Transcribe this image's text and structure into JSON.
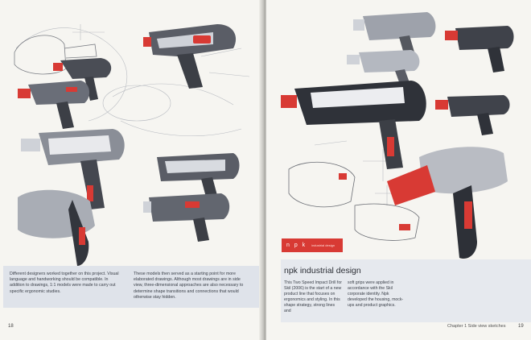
{
  "left_page": {
    "caption_col1": "Different designers worked together on this project. Visual language and handworking should be compatible. In addition to drawings, 1:1 models were made to carry out specific ergonomic studies.",
    "caption_col2": "These models then served as a starting point for more elaborated drawings. Although most drawings are in side view, three-dimensional approaches are also necessary to determine shape transitions and connections that would otherwise stay hidden.",
    "folio": "18"
  },
  "right_page": {
    "logo_mark": "n p k",
    "logo_sub": "industrial design",
    "title": "npk industrial design",
    "body_col1": "This Two Speed Impact Drill for Skil (2006) is the start of a new product line that focuses on ergonomics and styling. In this shape strategy, strong lines and",
    "body_col2": "soft grips were applied in accordance with the Skil corporate identity. Npk developed the housing, mock-ups and product graphics.",
    "running_head": "Chapter 1  Side view sketches",
    "folio": "19"
  },
  "colors": {
    "accent_red": "#d83a34",
    "drill_gray": "#4a4d55",
    "caption_bg": "#dfe3ea"
  }
}
